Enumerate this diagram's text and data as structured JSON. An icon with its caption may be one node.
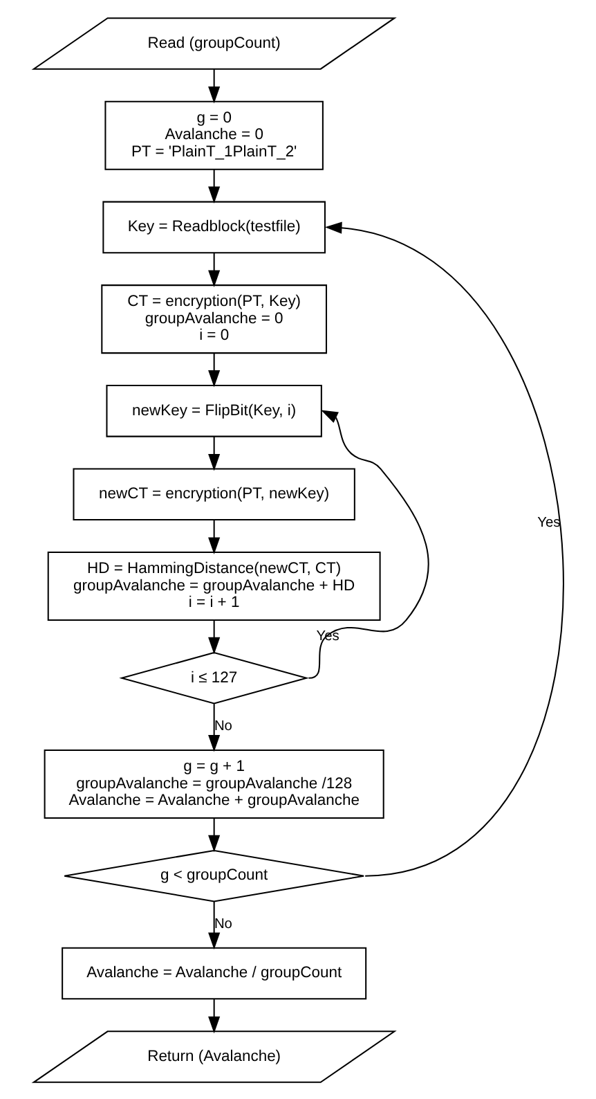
{
  "diagram": {
    "nodes": [
      {
        "text": [
          "Read (groupCount)"
        ]
      },
      {
        "text": [
          "g = 0",
          "Avalanche = 0",
          "PT = 'PlainT_1PlainT_2'"
        ]
      },
      {
        "text": [
          "Key = Readblock(testfile)"
        ]
      },
      {
        "text": [
          "CT = encryption(PT, Key)",
          "groupAvalanche = 0",
          "i = 0"
        ]
      },
      {
        "text": [
          "newKey = FlipBit(Key, i)"
        ]
      },
      {
        "text": [
          "newCT = encryption(PT, newKey)"
        ]
      },
      {
        "text": [
          "HD = HammingDistance(newCT, CT)",
          "groupAvalanche = groupAvalanche + HD",
          "i = i + 1"
        ]
      },
      {
        "text": [
          "i ≤ 127"
        ]
      },
      {
        "text": [
          "g = g + 1",
          "groupAvalanche = groupAvalanche /128",
          "Avalanche = Avalanche + groupAvalanche"
        ]
      },
      {
        "text": [
          "g < groupCount"
        ]
      },
      {
        "text": [
          "Avalanche = Avalanche / groupCount"
        ]
      },
      {
        "text": [
          "Return (Avalanche)"
        ]
      }
    ],
    "edges": [
      {
        "from": 0,
        "to": 1,
        "arrow": "to"
      },
      {
        "from": 1,
        "to": 2,
        "arrow": "to"
      },
      {
        "from": 2,
        "to": 3,
        "arrow": "to"
      },
      {
        "from": 3,
        "to": 4,
        "arrow": "to"
      },
      {
        "from": 4,
        "to": 5,
        "arrow": "to"
      },
      {
        "from": 5,
        "to": 6,
        "arrow": "to"
      },
      {
        "from": 6,
        "to": 7,
        "arrow": "to"
      },
      {
        "from": 7,
        "to": 4,
        "arrow": "to",
        "label": "Yes"
      },
      {
        "from": 7,
        "to": 8,
        "arrow": "to",
        "label": "No"
      },
      {
        "from": 8,
        "to": 9,
        "arrow": "to"
      },
      {
        "from": 9,
        "to": 2,
        "arrow": "to",
        "label": "Yes"
      },
      {
        "from": 9,
        "to": 10,
        "arrow": "to",
        "label": "No"
      },
      {
        "from": 10,
        "to": 11,
        "arrow": "to"
      }
    ]
  }
}
